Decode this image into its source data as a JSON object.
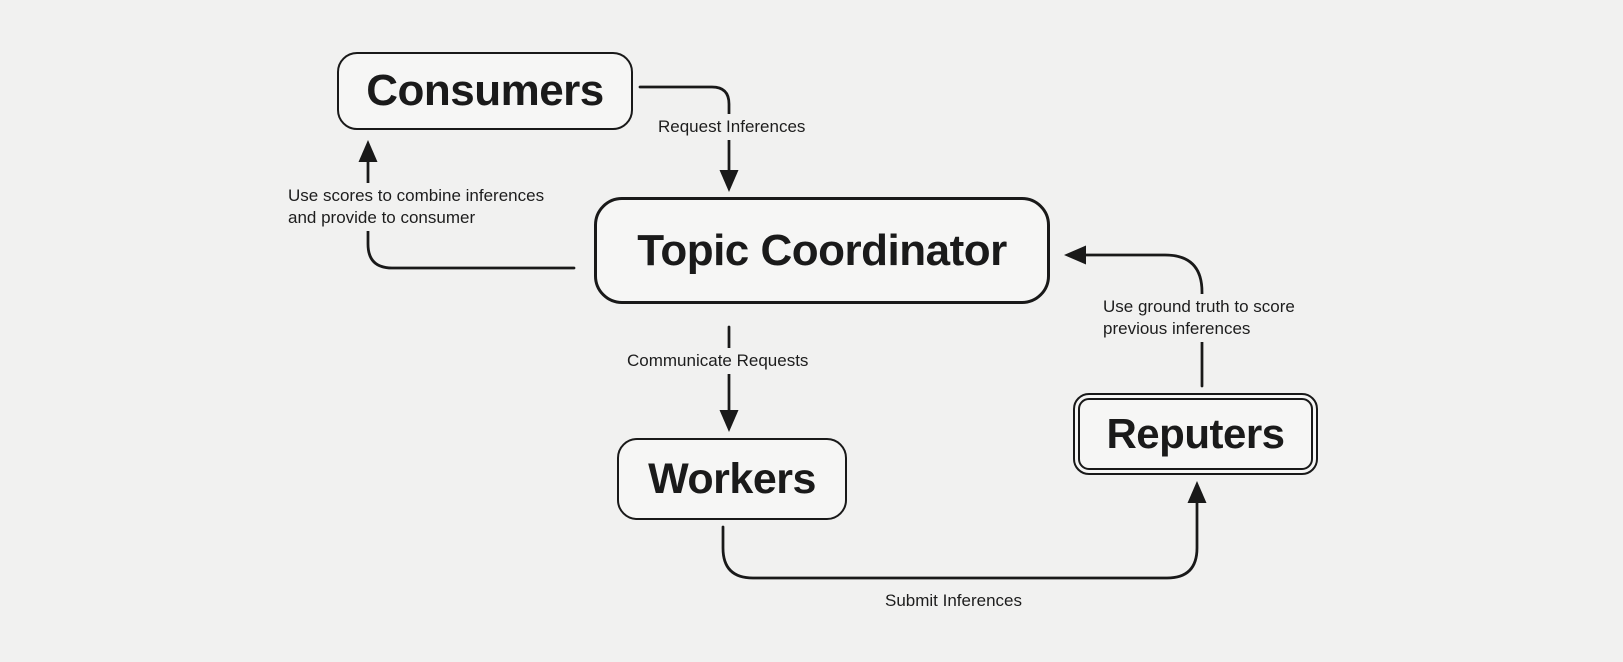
{
  "canvas": {
    "background_color": "#f1f1f0",
    "stroke_color": "#191919",
    "node_fill_color": "#f6f6f5"
  },
  "nodes": {
    "consumers": {
      "label": "Consumers"
    },
    "topic_coordinator": {
      "label": "Topic Coordinator"
    },
    "workers": {
      "label": "Workers"
    },
    "reputers": {
      "label": "Reputers"
    }
  },
  "edges": {
    "request_inferences": {
      "label": "Request Inferences",
      "from": "consumers",
      "to": "topic_coordinator"
    },
    "use_scores": {
      "label": "Use scores to combine inferences\nand provide to consumer",
      "from": "topic_coordinator",
      "to": "consumers"
    },
    "communicate_requests": {
      "label": "Communicate Requests",
      "from": "topic_coordinator",
      "to": "workers"
    },
    "use_ground_truth": {
      "label": "Use ground truth to score\nprevious inferences",
      "from": "reputers",
      "to": "topic_coordinator"
    },
    "submit_inferences": {
      "label": "Submit Inferences",
      "from": "workers",
      "to": "reputers"
    }
  }
}
